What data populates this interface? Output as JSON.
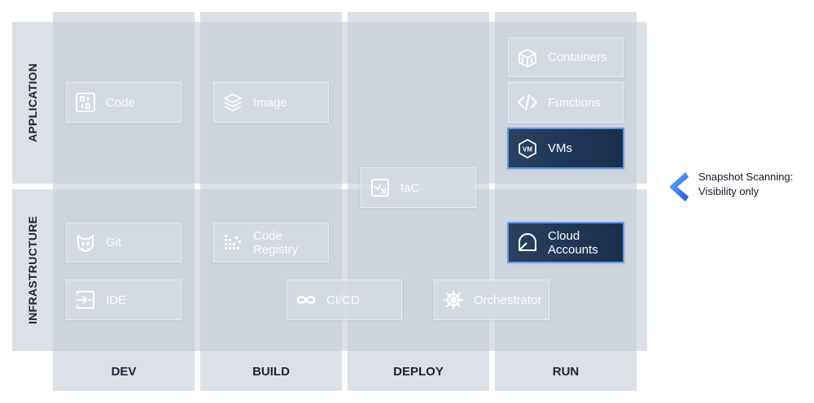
{
  "rows": [
    {
      "label": "APPLICATION"
    },
    {
      "label": "INFRASTRUCTURE"
    }
  ],
  "columns": [
    {
      "label": "DEV"
    },
    {
      "label": "BUILD"
    },
    {
      "label": "DEPLOY"
    },
    {
      "label": "RUN"
    }
  ],
  "tiles": {
    "code": "Code",
    "image": "Image",
    "containers": "Containers",
    "functions": "Functions",
    "vms": "VMs",
    "iac": "IaC",
    "git": "Git",
    "code_registry_line1": "Code",
    "code_registry_line2": "Registry",
    "cloud_accounts_line1": "Cloud",
    "cloud_accounts_line2": "Accounts",
    "ide": "IDE",
    "cicd": "CI/CD",
    "orchestrator": "Orchestrator"
  },
  "legend": {
    "line1": "Snapshot Scanning:",
    "line2": "Visibility only",
    "icon": "chevron-left-icon",
    "color": "#2f6df0"
  },
  "colors": {
    "highlight_fill": "#1f3554",
    "highlight_border": "#5a9be8",
    "band": "#c4cdd8"
  }
}
